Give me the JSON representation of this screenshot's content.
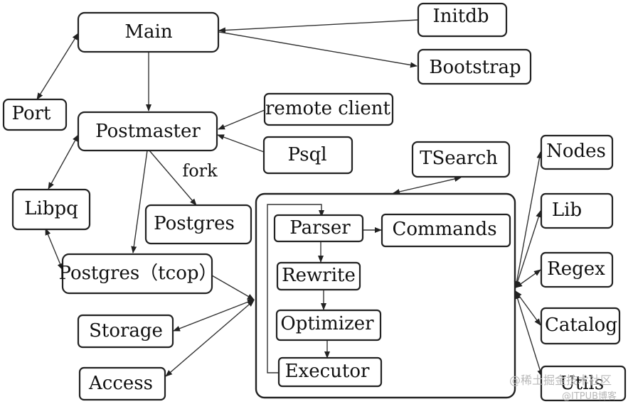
{
  "diagram": {
    "nodes": {
      "main": "Main",
      "initdb": "Initdb",
      "bootstrap": "Bootstrap",
      "port": "Port",
      "postmaster": "Postmaster",
      "remote_client": "remote client",
      "psql": "Psql",
      "libpq": "Libpq",
      "postgres": "Postgres",
      "postgres_tcop": "Postgres（tcop）",
      "storage": "Storage",
      "access": "Access",
      "tsearch": "TSearch",
      "parser": "Parser",
      "commands": "Commands",
      "rewrite": "Rewrite",
      "optimizer": "Optimizer",
      "executor": "Executor",
      "nodes": "Nodes",
      "lib": "Lib",
      "regex": "Regex",
      "catalog": "Catalog",
      "utils": "Utils"
    },
    "edge_labels": {
      "fork": "fork"
    }
  },
  "watermark": {
    "line1": "@稀土掘金技术社区",
    "line2": "@ITPUB博客"
  }
}
